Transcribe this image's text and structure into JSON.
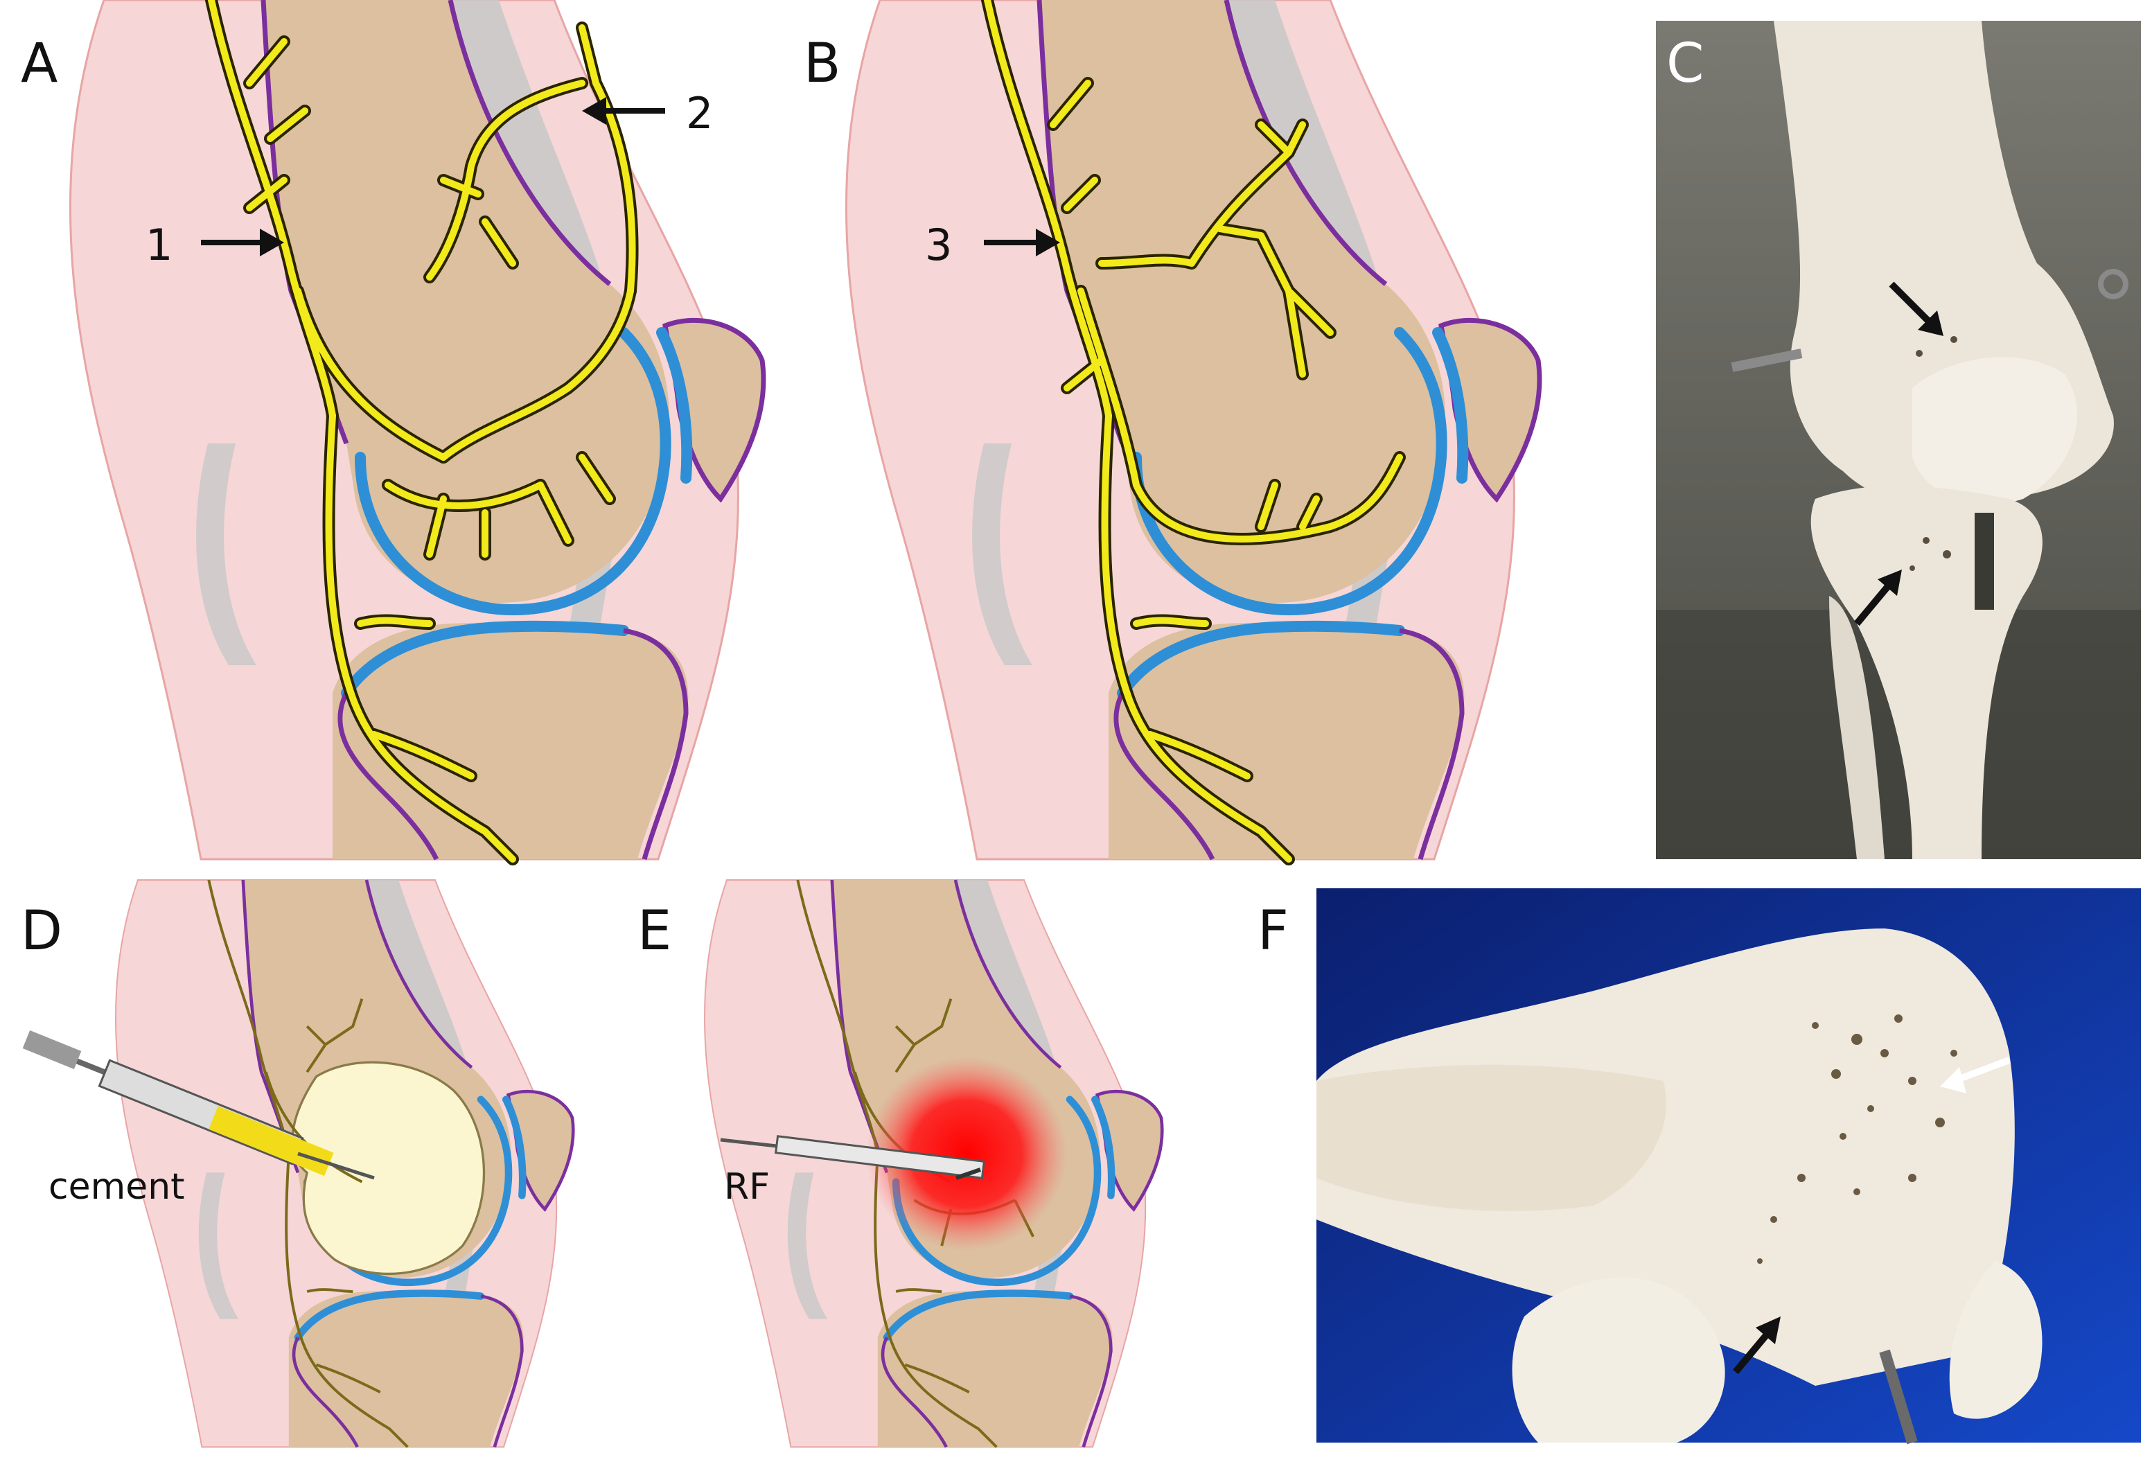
{
  "panels": {
    "a": {
      "label": "A",
      "callouts": [
        "1",
        "2"
      ]
    },
    "b": {
      "label": "B",
      "callouts": [
        "3"
      ]
    },
    "c": {
      "label": "C"
    },
    "d": {
      "label": "D",
      "tool_label": "cement"
    },
    "e": {
      "label": "E",
      "tool_label": "RF"
    },
    "f": {
      "label": "F"
    }
  },
  "colors": {
    "skin": "#f6d6d6",
    "skin_edge": "#e8a5a5",
    "bone": "#dcc0a0",
    "periosteum": "#7b2f9e",
    "cartilage": "#2e8fd6",
    "tendon": "#c8c8c8",
    "nerve": "#f2ea1a",
    "nerve_outline": "#2a2400",
    "cement": "#fbf6cf",
    "rf_heat": "#ff1a1a",
    "photo_c_bg": "#6e6e66",
    "photo_f_bg": "#0c2a8a",
    "bone_model": "#ece6da"
  }
}
